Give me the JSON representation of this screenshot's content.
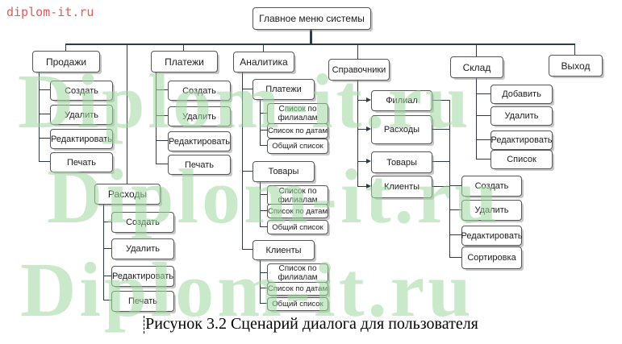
{
  "watermark": {
    "site_link": "diplom-it.ru",
    "text": "Diplom-it.ru"
  },
  "caption": "Рисунок 3.2 Сценарий диалога для пользователя",
  "diagram": {
    "root": "Главное меню системы",
    "branches": [
      {
        "label": "Продажи",
        "items": [
          "Создать",
          "Удалить",
          "Редактировать",
          "Печать"
        ]
      },
      {
        "label": "Расходы",
        "items": [
          "Создать",
          "Удалить",
          "Редактировать",
          "Печать"
        ]
      },
      {
        "label": "Платежи",
        "items": [
          "Создать",
          "Удалить",
          "Редактировать",
          "Печать"
        ]
      },
      {
        "label": "Аналитика",
        "groups": [
          {
            "label": "Платежи",
            "items": [
              "Список по филиалам",
              "Список по датам",
              "Общий список"
            ]
          },
          {
            "label": "Товары",
            "items": [
              "Список по филиалам",
              "Список по датам",
              "Общий список"
            ]
          },
          {
            "label": "Клиенты",
            "items": [
              "Список по филиалам",
              "Список по датам",
              "Общий список"
            ]
          }
        ]
      },
      {
        "label": "Справочники",
        "items": [
          "Филиал",
          "Расходы",
          "Товары",
          "Клиенты"
        ],
        "operations": [
          "Создать",
          "Удалить",
          "Редактировать",
          "Сортировка"
        ]
      },
      {
        "label": "Склад",
        "items": [
          "Добавить",
          "Удалить",
          "Редактировать",
          "Список"
        ]
      },
      {
        "label": "Выход"
      }
    ]
  }
}
